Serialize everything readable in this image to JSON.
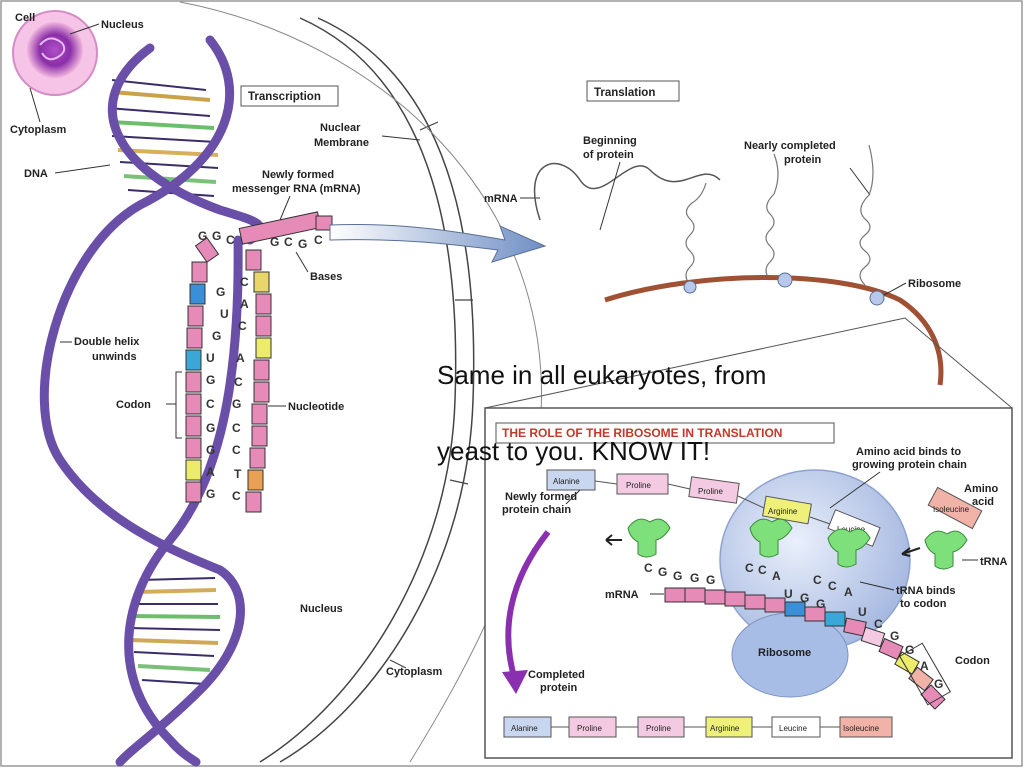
{
  "overlay": {
    "line1": "Same in all eukaryotes, from",
    "line2": "yeast to you.  KNOW IT!"
  },
  "labels": {
    "cell": "Cell",
    "nucleus_top": "Nucleus",
    "cytoplasm_top": "Cytoplasm",
    "dna": "DNA",
    "transcription": "Transcription",
    "nuclear_membrane_1": "Nuclear",
    "nuclear_membrane_2": "Membrane",
    "mrna_new_1": "Newly formed",
    "mrna_new_2": "messenger RNA (mRNA)",
    "bases": "Bases",
    "double_helix_1": "Double helix",
    "double_helix_2": "unwinds",
    "codon": "Codon",
    "nucleotide": "Nucleotide",
    "nucleus": "Nucleus",
    "cytoplasm": "Cytoplasm",
    "translation": "Translation",
    "mrna": "mRNA",
    "beginning_1": "Beginning",
    "beginning_2": "of protein",
    "nearly_1": "Nearly completed",
    "nearly_2": "protein",
    "ribosome": "Ribosome"
  },
  "inset": {
    "title": "THE ROLE OF THE RIBOSOME IN TRANSLATION",
    "amino_binds_1": "Amino acid binds to",
    "amino_binds_2": "growing protein chain",
    "amino_acid_1": "Amino",
    "amino_acid_2": "acid",
    "newly_1": "Newly formed",
    "newly_2": "protein chain",
    "trna": "tRNA",
    "trna_binds_1": "tRNA binds",
    "trna_binds_2": "to codon",
    "mrna": "mRNA",
    "ribosome": "Ribosome",
    "codon": "Codon",
    "completed_1": "Completed",
    "completed_2": "protein",
    "chain": [
      "Alanine",
      "Proline",
      "Proline",
      "Arginine",
      "Leucine"
    ],
    "incoming": "Isoleucine",
    "completed_chain": [
      "Alanine",
      "Proline",
      "Proline",
      "Arginine",
      "Leucine",
      "Isoleucine"
    ],
    "bases_top": [
      "C",
      "G",
      "G",
      "C",
      "C",
      "A",
      "C",
      "C",
      "A"
    ],
    "bases_bottom": [
      "G",
      "G",
      "U",
      "G",
      "G",
      "U",
      "C",
      "G",
      "G",
      "A",
      "G"
    ]
  },
  "strand": {
    "left": [
      "G",
      "U",
      "G",
      "U",
      "G",
      "C",
      "G",
      "G",
      "A",
      "G"
    ],
    "right": [
      "C",
      "A",
      "C",
      "A",
      "C",
      "G",
      "C",
      "C",
      "T",
      "C"
    ]
  },
  "colors": {
    "dna": "#6a4fa8",
    "mrna": "#e68ab8",
    "ribosome": "#c9d6ef",
    "trna": "#7ee07a",
    "arrow": "#8a2fb0",
    "overlay": "#111111"
  }
}
